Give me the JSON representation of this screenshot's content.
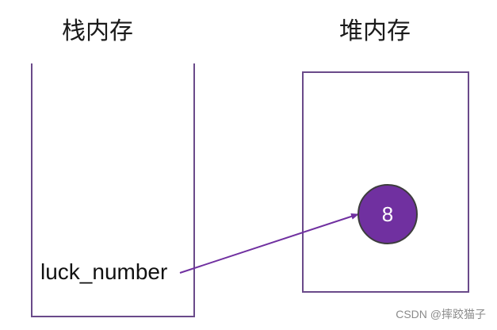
{
  "stack": {
    "title": "栈内存",
    "variable_label": "luck_number"
  },
  "heap": {
    "title": "堆内存",
    "value": "8"
  },
  "watermark": "CSDN @摔跤猫子",
  "colors": {
    "border": "#6a4a8a",
    "circle_fill": "#7030a0",
    "arrow": "#7030a0"
  }
}
